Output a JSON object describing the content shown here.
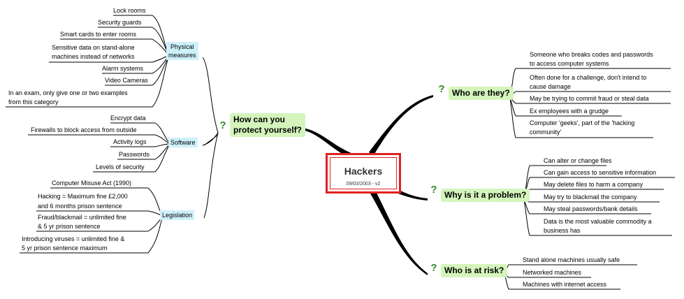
{
  "central": {
    "title": "Hackers",
    "date": "09/03/2003 - v2"
  },
  "branches": {
    "protect": {
      "title_line1": "How can you",
      "title_line2": "protect yourself?",
      "physical": {
        "label_line1": "Physical",
        "label_line2": "measures",
        "items": [
          "Lock rooms",
          "Security guards",
          "Smart cards to enter rooms",
          "Sensitive data on stand-alone",
          "machines instead of networks",
          "Alarm systems",
          "Video Cameras",
          "In an exam, only give one or two examples",
          "from this category"
        ]
      },
      "software": {
        "label": "Software",
        "items": [
          "Encrypt data",
          "Firewalls to block access from outside",
          "Activity logs",
          "Passwords",
          "Levels of security"
        ]
      },
      "legislation": {
        "label": "Legislation",
        "items": [
          "Computer Misuse Act (1990)",
          "Hacking = Maximum fine £2,000",
          "and 6 months prison sentence",
          "Fraud/blackmail = unlimited fine",
          "& 5 yr prison sentence",
          "Introducing viruses = unlimited fine &",
          "5 yr prison sentence maximum"
        ]
      }
    },
    "who": {
      "title": "Who are they?",
      "items": [
        "Someone who breaks codes and passwords",
        "to access computer systems",
        "Often done for a challenge, don't intend to",
        "cause damage",
        "May be trying to commit fraud or steal data",
        "Ex employees with a grudge",
        "Computer 'geeks', part of the 'hacking",
        "community'"
      ]
    },
    "problem": {
      "title": "Why is it a problem?",
      "items": [
        "Can alter or change files",
        "Can gain access to sensitive information",
        "May delete files to harm a company",
        "May try to blackmail the company",
        "May steal passwords/bank details",
        "Data is the most valuable commodity a",
        "business has"
      ]
    },
    "risk": {
      "title": "Who is at risk?",
      "items": [
        "Stand alone machines usually safe",
        "Networked machines",
        "Machines with internet access"
      ]
    }
  },
  "colors": {
    "main_fill": "#d4f4bc",
    "sub_fill": "#cef0fb",
    "center_border": "#e02020",
    "icon": "#2e8b1f"
  }
}
